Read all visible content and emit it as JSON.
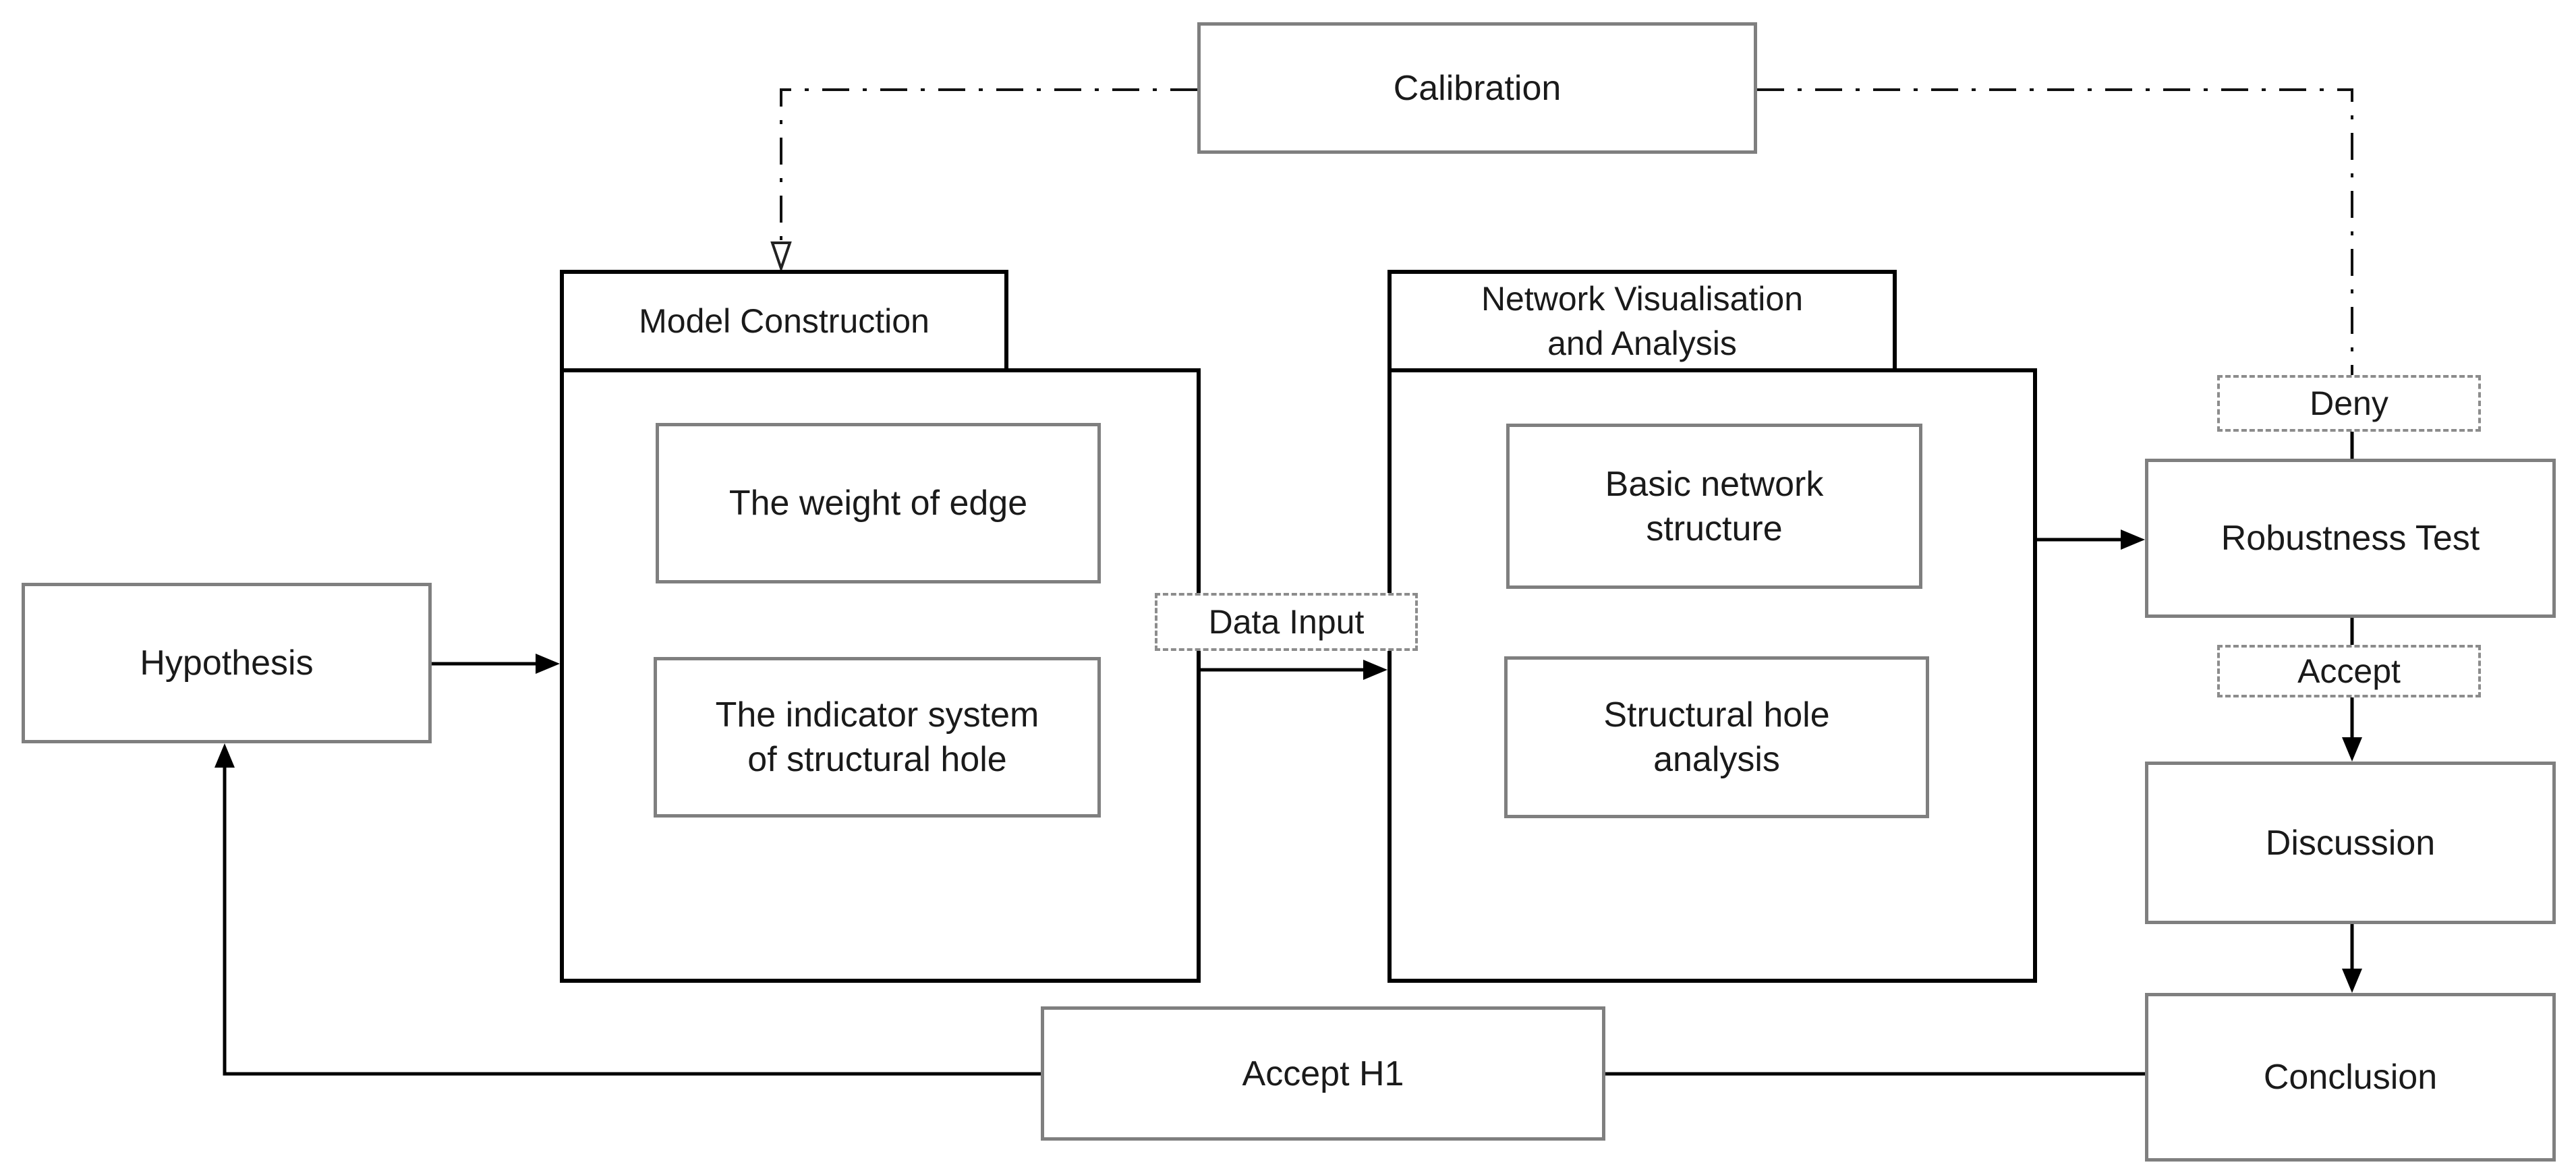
{
  "diagram": {
    "hypothesis": {
      "label": "Hypothesis"
    },
    "calibration": {
      "label": "Calibration"
    },
    "model_construction": {
      "tab_label": "Model Construction",
      "children": {
        "weight_of_edge": {
          "label": "The weight of edge"
        },
        "indicator_system": {
          "line1": "The indicator system",
          "line2": "of structural hole"
        }
      }
    },
    "network_visualisation": {
      "tab_line1": "Network Visualisation",
      "tab_line2": "and Analysis",
      "children": {
        "basic_network": {
          "line1": "Basic network",
          "line2": "structure"
        },
        "structural_hole": {
          "line1": "Structural hole",
          "line2": "analysis"
        }
      }
    },
    "data_input": {
      "label": "Data Input"
    },
    "deny": {
      "label": "Deny"
    },
    "robustness_test": {
      "label": "Robustness Test"
    },
    "accept": {
      "label": "Accept"
    },
    "discussion": {
      "label": "Discussion"
    },
    "conclusion": {
      "label": "Conclusion"
    },
    "accept_h1": {
      "label": "Accept H1"
    },
    "colors": {
      "background": "#ffffff",
      "text": "#1a1a1a",
      "container_border": "#000000",
      "node_border": "#7f7f7f",
      "dashed_border": "#8c8c8c",
      "connector": "#000000"
    }
  }
}
